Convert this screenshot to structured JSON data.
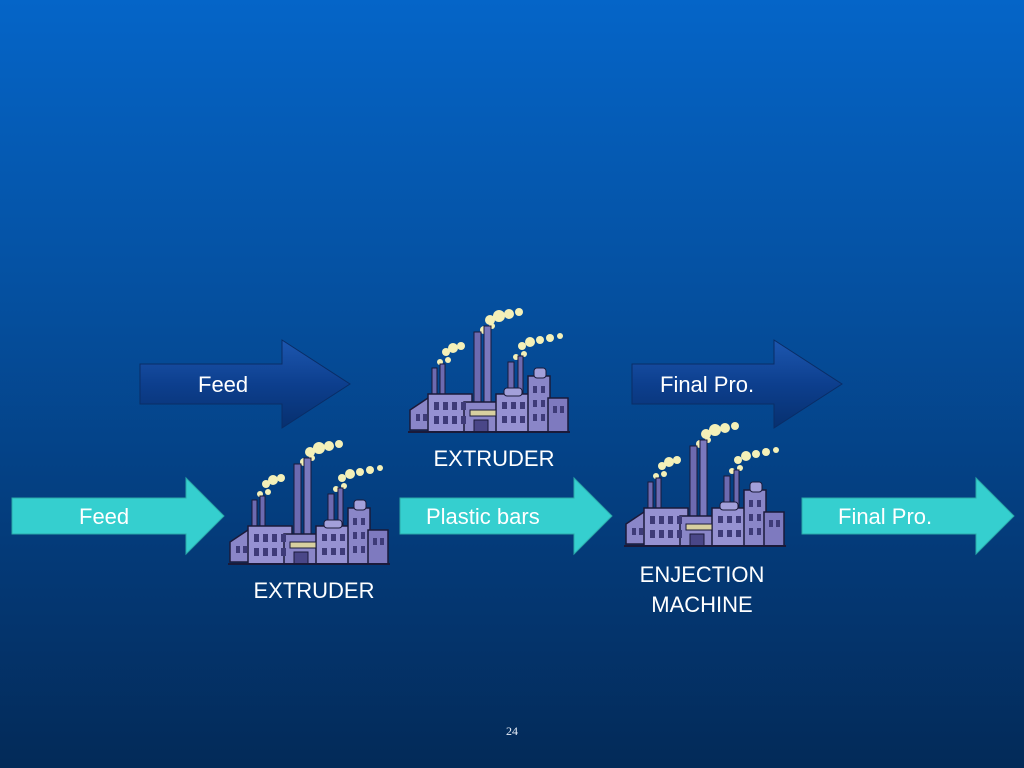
{
  "top_row": {
    "feed_label": "Feed",
    "extruder_label": "EXTRUDER",
    "output_label": "Final Pro."
  },
  "bottom_row": {
    "feed_label": "Feed",
    "extruder_label": "EXTRUDER",
    "intermediate_label": "Plastic bars",
    "machine_label_line1": "ENJECTION",
    "machine_label_line2": "MACHINE",
    "output_label": "Final Pro."
  },
  "page_number": "24",
  "colors": {
    "dark_arrow": "#0d3f8e",
    "light_arrow": "#35cfcf",
    "factory_body": "#8a86c8",
    "smoke": "#f4f0b8"
  }
}
